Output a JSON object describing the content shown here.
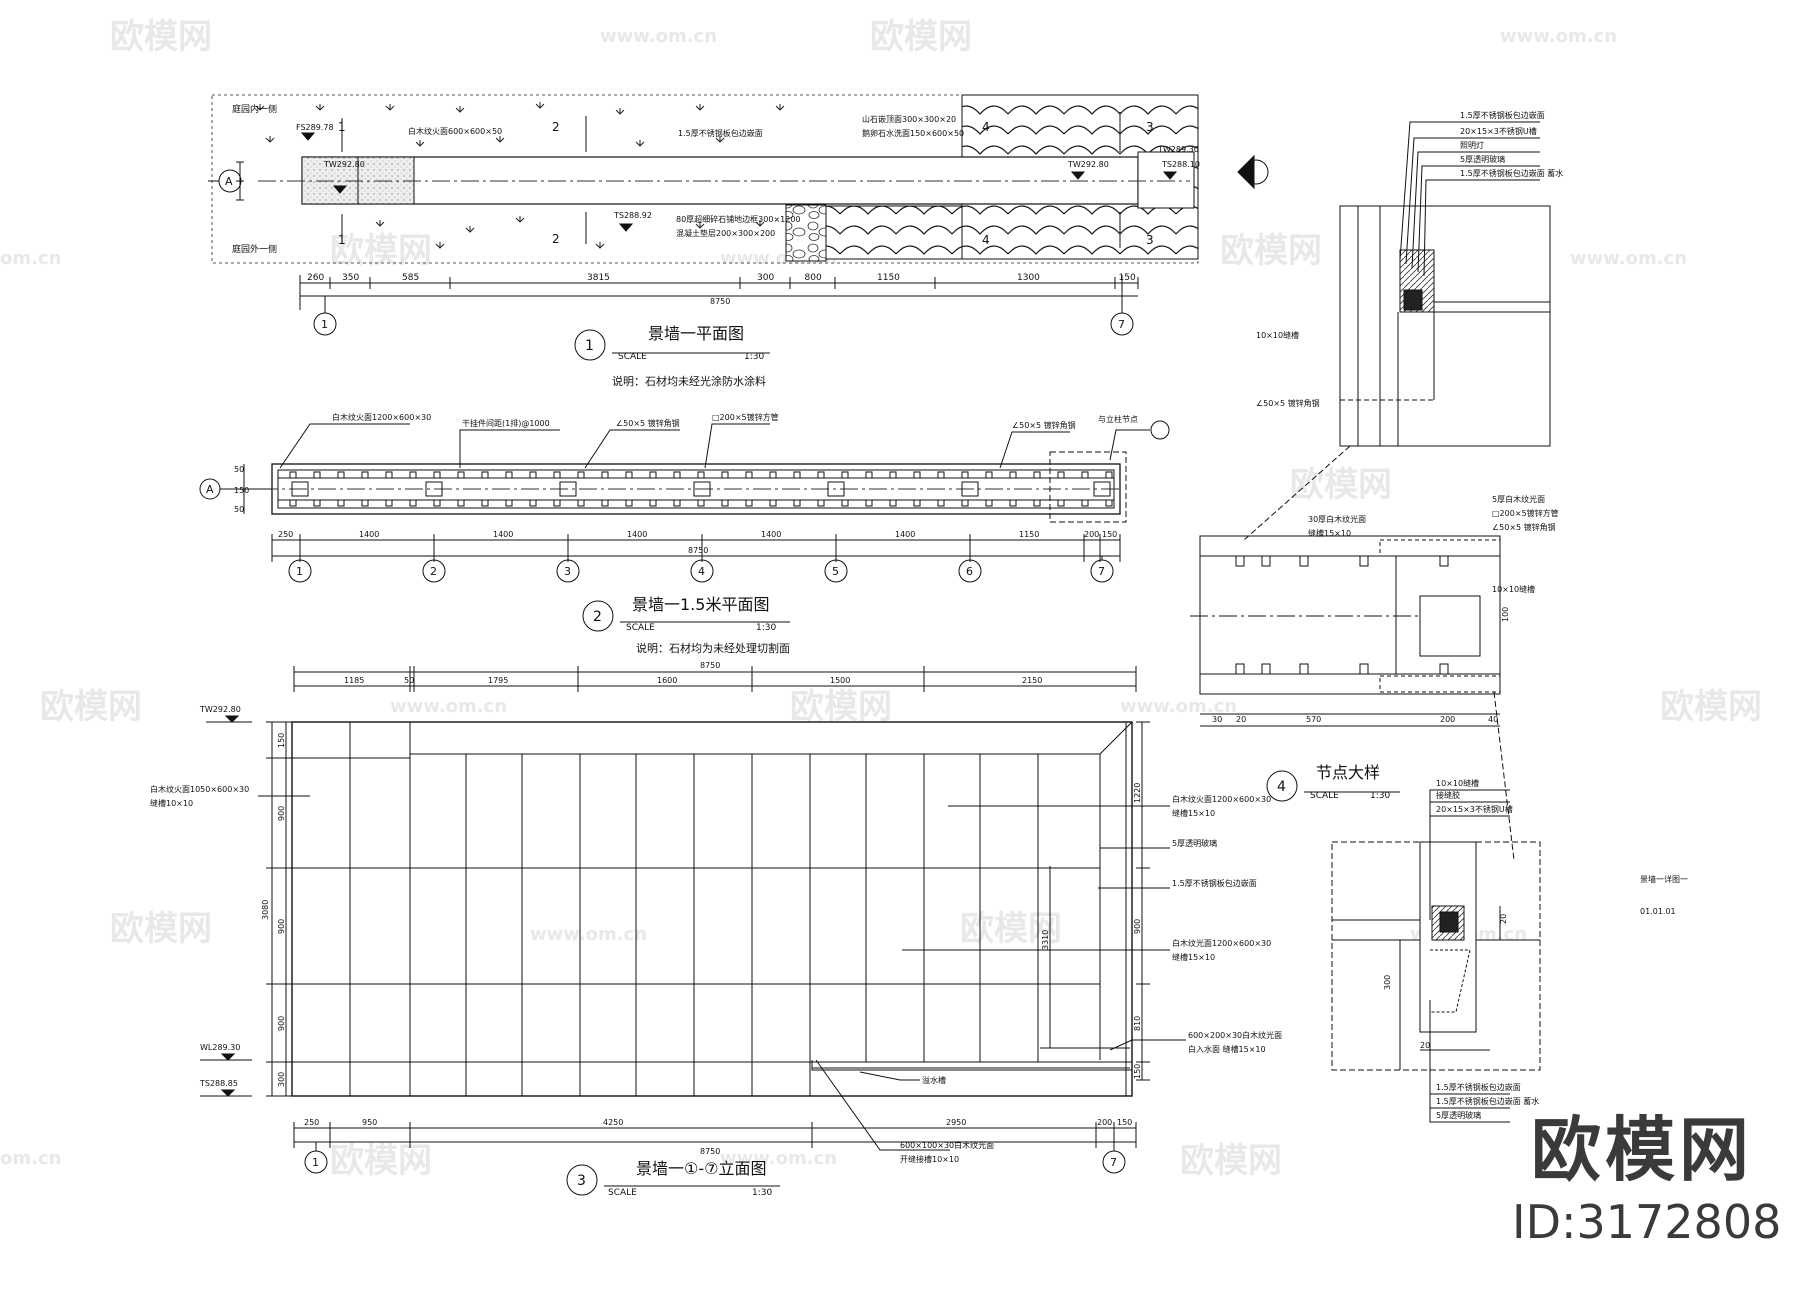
{
  "watermark": {
    "logo_text": "欧模网",
    "site": "www.om.cn",
    "site_short": "om.cn"
  },
  "brand": {
    "name": "欧模网",
    "id": "ID:3172808"
  },
  "drawings": [
    {
      "num": "1",
      "title": "景墙一平面图",
      "scale_word": "SCALE",
      "scale": "1:30",
      "note": "说明：石材均未经光涂防水涂料"
    },
    {
      "num": "2",
      "title": "景墙一1.5米平面图",
      "scale_word": "SCALE",
      "scale": "1:30",
      "note": "说明：石材均为未经处理切割面"
    },
    {
      "num": "3",
      "title": "景墙一①-⑦立面图",
      "scale_word": "SCALE",
      "scale": "1:30"
    },
    {
      "num": "4",
      "title": "节点大样",
      "scale_word": "SCALE",
      "scale": "1:30"
    }
  ],
  "plan1": {
    "side_in": "庭园内一侧",
    "side_out": "庭园外一侧",
    "axis": "A",
    "levels": [
      "FS289.78",
      "TW292.80",
      "TS288.92",
      "TW292.80",
      "TW289.30",
      "TS288.10"
    ],
    "callouts": [
      "白木纹火面600×600×50",
      "1.5厚不锈钢板包边嵌面",
      "80厚超细碎石铺地边框300×1200",
      "混凝土垫层200×300×200",
      "山石嵌顶面300×300×20",
      "鹅卵石水洗面150×600×50"
    ],
    "dims": [
      "260",
      "350",
      "585",
      "3815",
      "300",
      "800",
      "1150",
      "1300",
      "150"
    ],
    "total": "8750",
    "section_marks": [
      "1",
      "1",
      "2",
      "2",
      "3",
      "3",
      "4",
      "4"
    ],
    "grid": [
      "1",
      "7"
    ]
  },
  "plan2": {
    "callouts": [
      "白木纹火面1200×600×30",
      "干挂件间距(1排)@1000",
      "∠50×5 镀锌角钢",
      "□200×5镀锌方管",
      "∠50×5 镀锌角钢",
      "与立柱节点"
    ],
    "dims": [
      "250",
      "1400",
      "1400",
      "1400",
      "1400",
      "1400",
      "1150",
      "200",
      "150"
    ],
    "total": "8750",
    "grid": [
      "1",
      "2",
      "3",
      "4",
      "5",
      "6",
      "7"
    ],
    "axis": "A",
    "side_dims": [
      "50",
      "150",
      "50"
    ]
  },
  "elev3": {
    "top_dims": [
      "1185",
      "50",
      "1795",
      "1600",
      "1500",
      "2150"
    ],
    "top_total": "8750",
    "bottom_dims": [
      "250",
      "950",
      "4250",
      "2950",
      "200",
      "150"
    ],
    "bottom_total": "8750",
    "left_dims": [
      "150",
      "900",
      "900",
      "900",
      "300"
    ],
    "left_total": "3080",
    "right_dims": [
      "1220",
      "900",
      "810",
      "150"
    ],
    "right_total": "3310",
    "levels": [
      "TW292.80",
      "WL289.30",
      "TS288.85"
    ],
    "left_callout": [
      "白木纹火面1050×600×30",
      "缝槽10×10"
    ],
    "right_callouts": [
      [
        "白木纹火面1200×600×30",
        "缝槽15×10"
      ],
      [
        "5厚透明玻璃"
      ],
      [
        "1.5厚不锈钢板包边嵌面"
      ],
      [
        "白木纹光面1200×600×30",
        "缝槽15×10"
      ],
      [
        "600×200×30白木纹光面",
        "白入水面 缝槽15×10"
      ]
    ],
    "bottom_callouts": [
      "溢水槽",
      "600×100×30白木纹光面",
      "开缝接槽10×10"
    ],
    "grid": [
      "1",
      "7"
    ]
  },
  "detail4": {
    "top_callouts": [
      "1.5厚不锈钢板包边嵌面",
      "20×15×3不锈钢U槽",
      "照明灯",
      "5厚透明玻璃",
      "1.5厚不锈钢板包边嵌面 蓄水"
    ],
    "left_callouts": [
      "10×10缝槽",
      "∠50×5 镀锌角钢"
    ],
    "mid_callouts": [
      "30厚白木纹光面",
      "缝槽15×10"
    ],
    "right_callouts": [
      "5厚白木纹光面",
      "□200×5镀锌方管",
      "∠50×5 镀锌角钢",
      "10×10缝槽"
    ],
    "dims": [
      "30",
      "20",
      "40",
      "570",
      "200",
      "100"
    ],
    "lower_callouts": [
      "10×10缝槽",
      "接缝胶",
      "20×15×3不锈钢U槽",
      "1.5厚不锈钢板包边嵌面",
      "1.5厚不锈钢板包边嵌面 蓄水",
      "5厚透明玻璃"
    ],
    "lower_dims": [
      "20",
      "20",
      "300"
    ],
    "side_note": [
      "景墙一详图一",
      "01.01.01"
    ]
  }
}
